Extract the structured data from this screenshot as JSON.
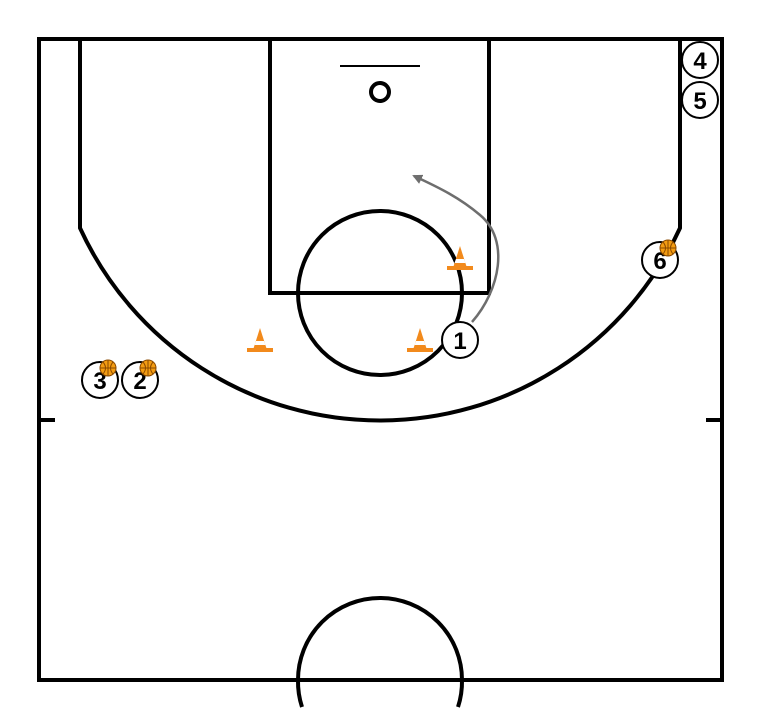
{
  "colors": {
    "court_line": "#000000",
    "ball": "#f39c12",
    "ball_seam": "#8a4a00",
    "cone": "#f28a1c",
    "cone_stripe": "#ffffff",
    "movement_arrow": "#6e6e6e"
  },
  "players": [
    {
      "id": "p1",
      "label": "1",
      "ball": false
    },
    {
      "id": "p2",
      "label": "2",
      "ball": true
    },
    {
      "id": "p3",
      "label": "3",
      "ball": true
    },
    {
      "id": "p4",
      "label": "4",
      "ball": false
    },
    {
      "id": "p5",
      "label": "5",
      "ball": false
    },
    {
      "id": "p6",
      "label": "6",
      "ball": true
    }
  ],
  "icons": {
    "cone": "traffic-cone-icon",
    "ball": "basketball-icon",
    "arrow": "cut-arrow"
  }
}
